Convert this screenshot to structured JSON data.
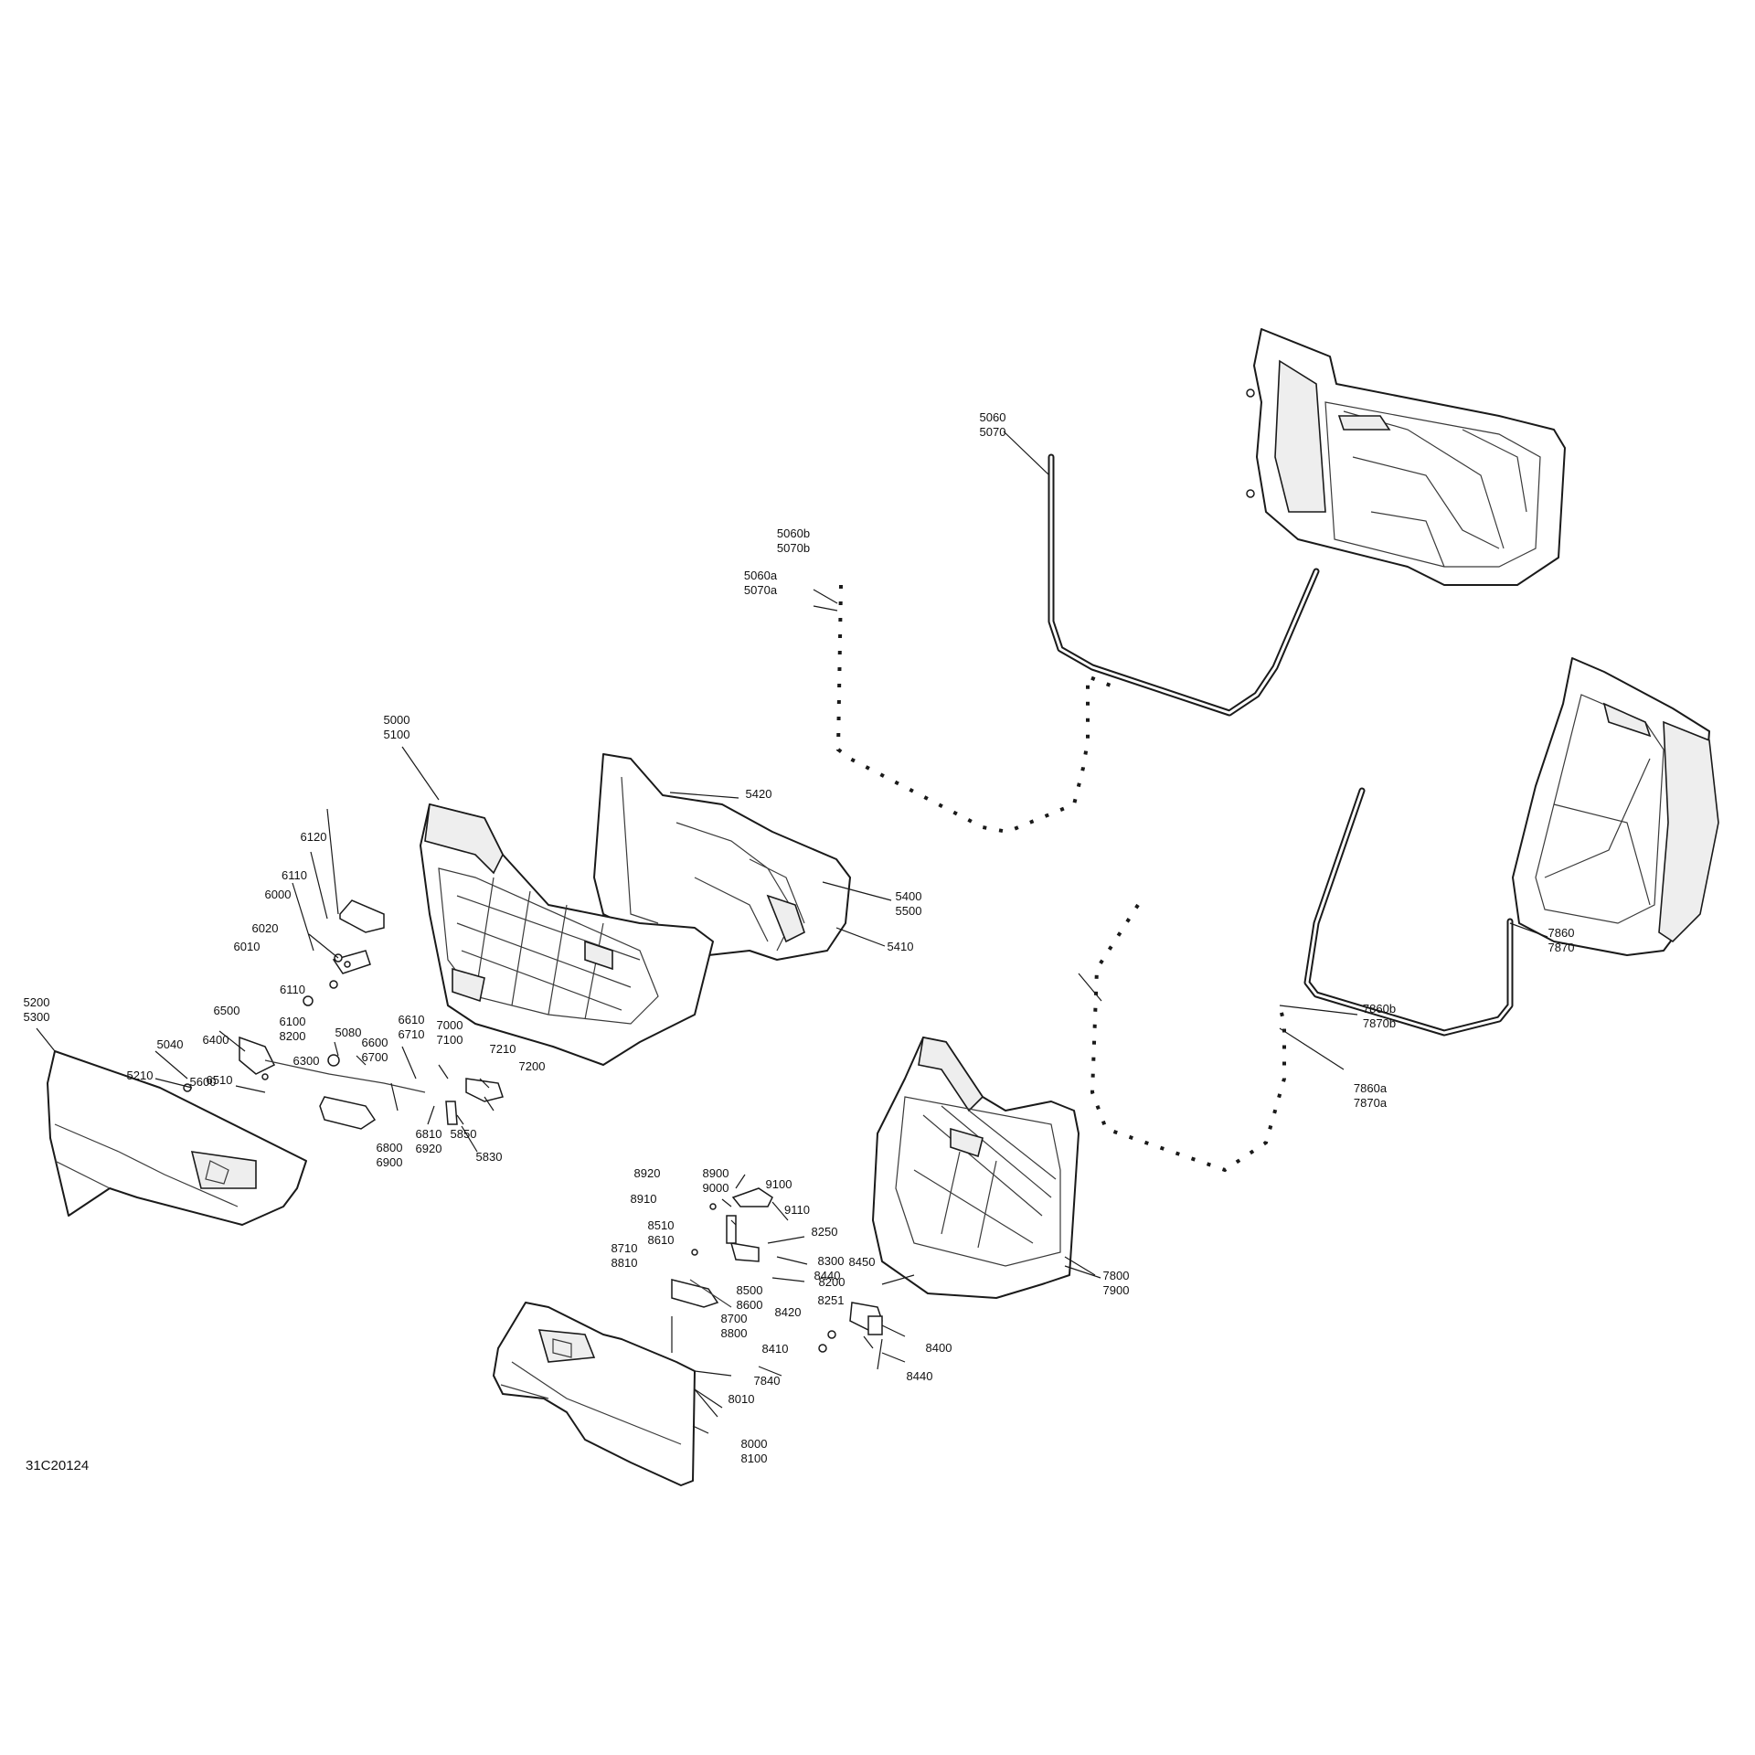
{
  "diagram_code": "31C20124",
  "callouts": [
    {
      "id": "c-5060-5070",
      "lines": [
        "5060",
        "5070"
      ]
    },
    {
      "id": "c-5060b-5070b",
      "lines": [
        "5060b",
        "5070b"
      ]
    },
    {
      "id": "c-5060a-5070a",
      "lines": [
        "5060a",
        "5070a"
      ]
    },
    {
      "id": "c-5000-5100",
      "lines": [
        "5000",
        "5100"
      ]
    },
    {
      "id": "c-5420",
      "lines": [
        "5420"
      ]
    },
    {
      "id": "c-5400-5500",
      "lines": [
        "5400",
        "5500"
      ]
    },
    {
      "id": "c-5410",
      "lines": [
        "5410"
      ]
    },
    {
      "id": "c-6120",
      "lines": [
        "6120"
      ]
    },
    {
      "id": "c-6110-a",
      "lines": [
        "6110"
      ]
    },
    {
      "id": "c-6000",
      "lines": [
        "6000"
      ]
    },
    {
      "id": "c-6020",
      "lines": [
        "6020"
      ]
    },
    {
      "id": "c-6010",
      "lines": [
        "6010"
      ]
    },
    {
      "id": "c-6110-b",
      "lines": [
        "6110"
      ]
    },
    {
      "id": "c-6100-8200",
      "lines": [
        "6100",
        "8200"
      ]
    },
    {
      "id": "c-6300",
      "lines": [
        "6300"
      ]
    },
    {
      "id": "c-6500",
      "lines": [
        "6500"
      ]
    },
    {
      "id": "c-6400",
      "lines": [
        "6400"
      ]
    },
    {
      "id": "c-5200-5300",
      "lines": [
        "5200",
        "5300"
      ]
    },
    {
      "id": "c-5600",
      "lines": [
        "5600"
      ]
    },
    {
      "id": "c-5080",
      "lines": [
        "5080"
      ]
    },
    {
      "id": "c-6610-6710",
      "lines": [
        "6610",
        "6710"
      ]
    },
    {
      "id": "c-7000-7100",
      "lines": [
        "7000",
        "7100"
      ]
    },
    {
      "id": "c-6600-6700",
      "lines": [
        "6600",
        "6700"
      ]
    },
    {
      "id": "c-5040",
      "lines": [
        "5040"
      ]
    },
    {
      "id": "c-7210",
      "lines": [
        "7210"
      ]
    },
    {
      "id": "c-7200",
      "lines": [
        "7200"
      ]
    },
    {
      "id": "c-5210",
      "lines": [
        "5210"
      ]
    },
    {
      "id": "c-6510",
      "lines": [
        "6510"
      ]
    },
    {
      "id": "c-6810-6920",
      "lines": [
        "6810",
        "6920"
      ]
    },
    {
      "id": "c-5850",
      "lines": [
        "5850"
      ]
    },
    {
      "id": "c-5830",
      "lines": [
        "5830"
      ]
    },
    {
      "id": "c-6800-6900",
      "lines": [
        "6800",
        "6900"
      ]
    },
    {
      "id": "c-7860-7870",
      "lines": [
        "7860",
        "7870"
      ]
    },
    {
      "id": "c-7860b-7870b",
      "lines": [
        "7860b",
        "7870b"
      ]
    },
    {
      "id": "c-7860a-7870a",
      "lines": [
        "7860a",
        "7870a"
      ]
    },
    {
      "id": "c-8900-9000",
      "lines": [
        "8900",
        "9000"
      ]
    },
    {
      "id": "c-9100",
      "lines": [
        "9100"
      ]
    },
    {
      "id": "c-8920",
      "lines": [
        "8920"
      ]
    },
    {
      "id": "c-9110",
      "lines": [
        "9110"
      ]
    },
    {
      "id": "c-8910",
      "lines": [
        "8910"
      ]
    },
    {
      "id": "c-8250",
      "lines": [
        "8250"
      ]
    },
    {
      "id": "c-8300",
      "lines": [
        "8300"
      ]
    },
    {
      "id": "c-8510-8610",
      "lines": [
        "8510",
        "8610"
      ]
    },
    {
      "id": "c-8200",
      "lines": [
        "8200"
      ]
    },
    {
      "id": "c-8710-8810",
      "lines": [
        "8710",
        "8810"
      ]
    },
    {
      "id": "c-8251",
      "lines": [
        "8251"
      ]
    },
    {
      "id": "c-8450",
      "lines": [
        "8450"
      ]
    },
    {
      "id": "c-8440-a",
      "lines": [
        "8440"
      ]
    },
    {
      "id": "c-8500-8600",
      "lines": [
        "8500",
        "8600"
      ]
    },
    {
      "id": "c-7800-7900",
      "lines": [
        "7800",
        "7900"
      ]
    },
    {
      "id": "c-8700-8800",
      "lines": [
        "8700",
        "8800"
      ]
    },
    {
      "id": "c-8420",
      "lines": [
        "8420"
      ]
    },
    {
      "id": "c-8400",
      "lines": [
        "8400"
      ]
    },
    {
      "id": "c-8410",
      "lines": [
        "8410"
      ]
    },
    {
      "id": "c-7840",
      "lines": [
        "7840"
      ]
    },
    {
      "id": "c-8440-b",
      "lines": [
        "8440"
      ]
    },
    {
      "id": "c-8010",
      "lines": [
        "8010"
      ]
    },
    {
      "id": "c-8000-8100",
      "lines": [
        "8000",
        "8100"
      ]
    }
  ]
}
